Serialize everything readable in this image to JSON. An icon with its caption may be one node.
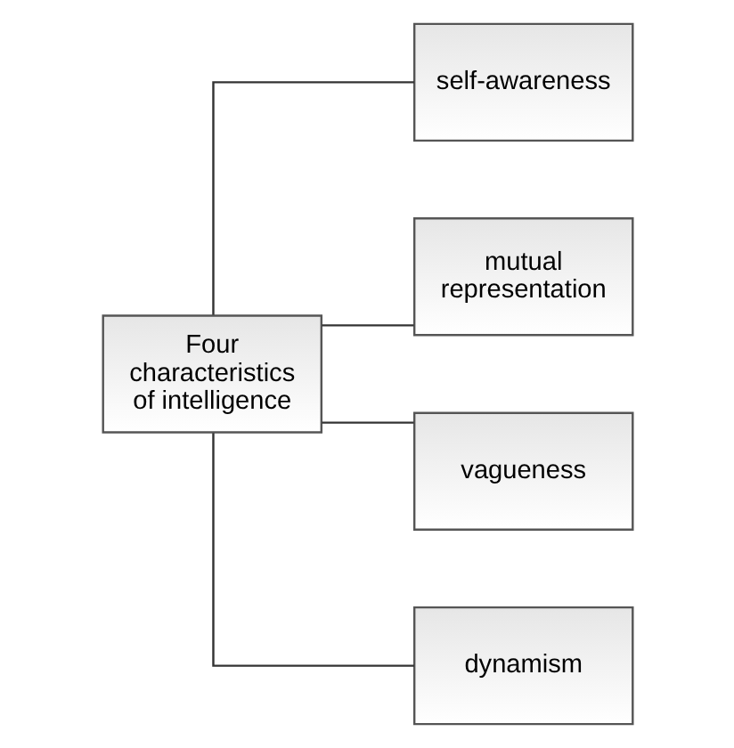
{
  "diagram": {
    "nodes": [
      {
        "text": [
          "Four characteristics of intelligence"
        ]
      },
      {
        "text": [
          "self-awareness"
        ]
      },
      {
        "text": [
          "mutual representation"
        ]
      },
      {
        "text": [
          "vagueness"
        ]
      },
      {
        "text": [
          "dynamism"
        ]
      }
    ],
    "edges": [
      {
        "from": 0,
        "to": 1,
        "arrow": "none"
      },
      {
        "from": 0,
        "to": 2,
        "arrow": "none"
      },
      {
        "from": 0,
        "to": 3,
        "arrow": "none"
      },
      {
        "from": 0,
        "to": 4,
        "arrow": "none"
      }
    ]
  }
}
